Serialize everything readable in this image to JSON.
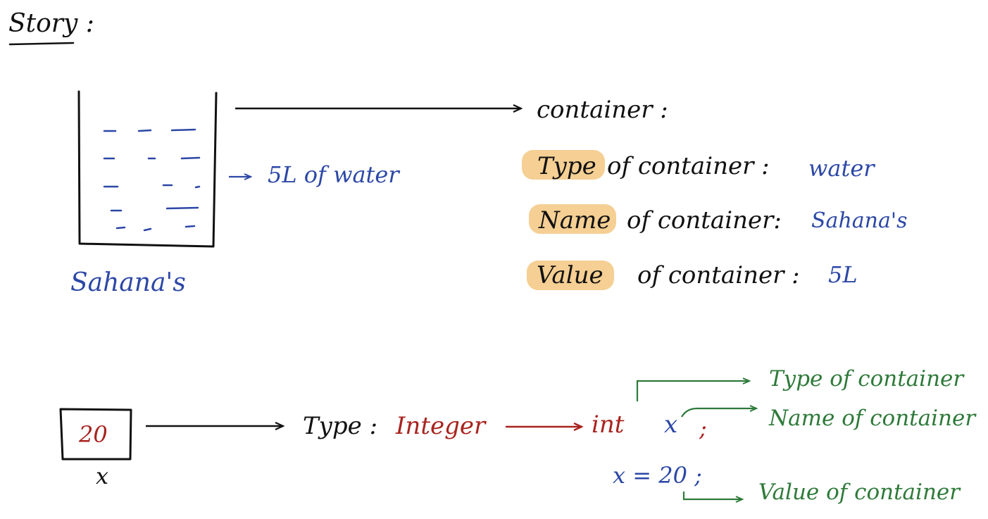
{
  "colors": {
    "ink": "#111111",
    "blue": "#2c47a6",
    "red": "#a8231e",
    "green": "#2e7a3a",
    "highlight": "#f5cf93"
  },
  "story": {
    "heading": "Story :"
  },
  "container_section": {
    "contents_label": "5L of water",
    "owner_label": "Sahana's",
    "title": "container :",
    "rows": [
      {
        "key": "Type",
        "rest": "of container :",
        "value": "water"
      },
      {
        "key": "Name",
        "rest": "of container:",
        "value": "Sahana's"
      },
      {
        "key": "Value",
        "rest": "of container :",
        "value": "5L"
      }
    ]
  },
  "variable_section": {
    "box_value": "20",
    "box_name": "x",
    "type_label": "Type :",
    "type_value": "Integer",
    "declaration_keyword": "int",
    "declaration_name": "x",
    "declaration_semicolon": ";",
    "assignment": "x = 20 ;",
    "annotations": {
      "type": "Type of container",
      "name": "Name of container",
      "value": "Value of container"
    }
  }
}
